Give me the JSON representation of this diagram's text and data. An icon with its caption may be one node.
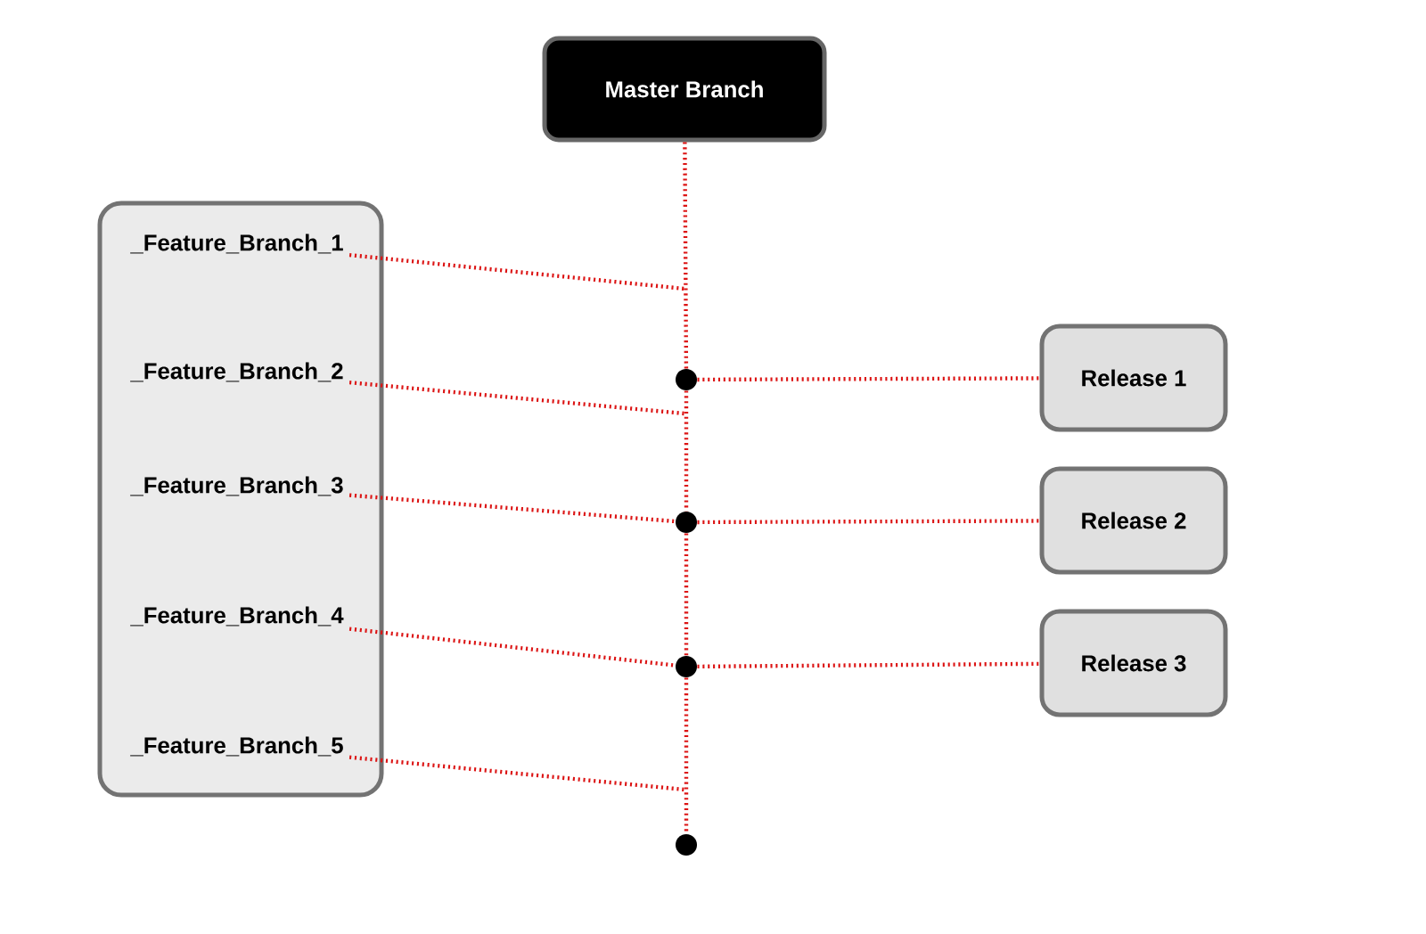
{
  "diagram": {
    "nodes": [
      {
        "text": [
          "Master Branch"
        ]
      },
      {
        "text": [],
        "shape": "box"
      },
      {
        "text": [
          "_Feature_Branch_1"
        ],
        "in": 1
      },
      {
        "text": [
          "_Feature_Branch_2"
        ],
        "in": 1
      },
      {
        "text": [
          "_Feature_Branch_3"
        ],
        "in": 1
      },
      {
        "text": [
          "_Feature_Branch_4"
        ],
        "in": 1
      },
      {
        "text": [
          "_Feature_Branch_5"
        ],
        "in": 1
      },
      {
        "text": [
          "Release 1"
        ]
      },
      {
        "text": [
          "Release 2"
        ]
      },
      {
        "text": [
          "Release 3"
        ]
      },
      {
        "text": [],
        "shape": "circle"
      },
      {
        "text": [],
        "shape": "circle"
      },
      {
        "text": [],
        "shape": "circle"
      },
      {
        "text": [],
        "shape": "circle"
      }
    ],
    "edges": [
      {
        "from": 0,
        "to": 10,
        "arrow": "none"
      },
      {
        "from": 10,
        "to": 11,
        "arrow": "none"
      },
      {
        "from": 11,
        "to": 12,
        "arrow": "none"
      },
      {
        "from": 12,
        "to": 13,
        "arrow": "none"
      },
      {
        "from": 2,
        "to": null,
        "arrow": "none"
      },
      {
        "from": 3,
        "to": null,
        "arrow": "none"
      },
      {
        "from": 4,
        "to": 11,
        "arrow": "none"
      },
      {
        "from": 5,
        "to": 12,
        "arrow": "none"
      },
      {
        "from": 6,
        "to": null,
        "arrow": "none"
      },
      {
        "from": 10,
        "to": 7,
        "arrow": "none"
      },
      {
        "from": 11,
        "to": 8,
        "arrow": "none"
      },
      {
        "from": 12,
        "to": 9,
        "arrow": "none"
      }
    ]
  }
}
